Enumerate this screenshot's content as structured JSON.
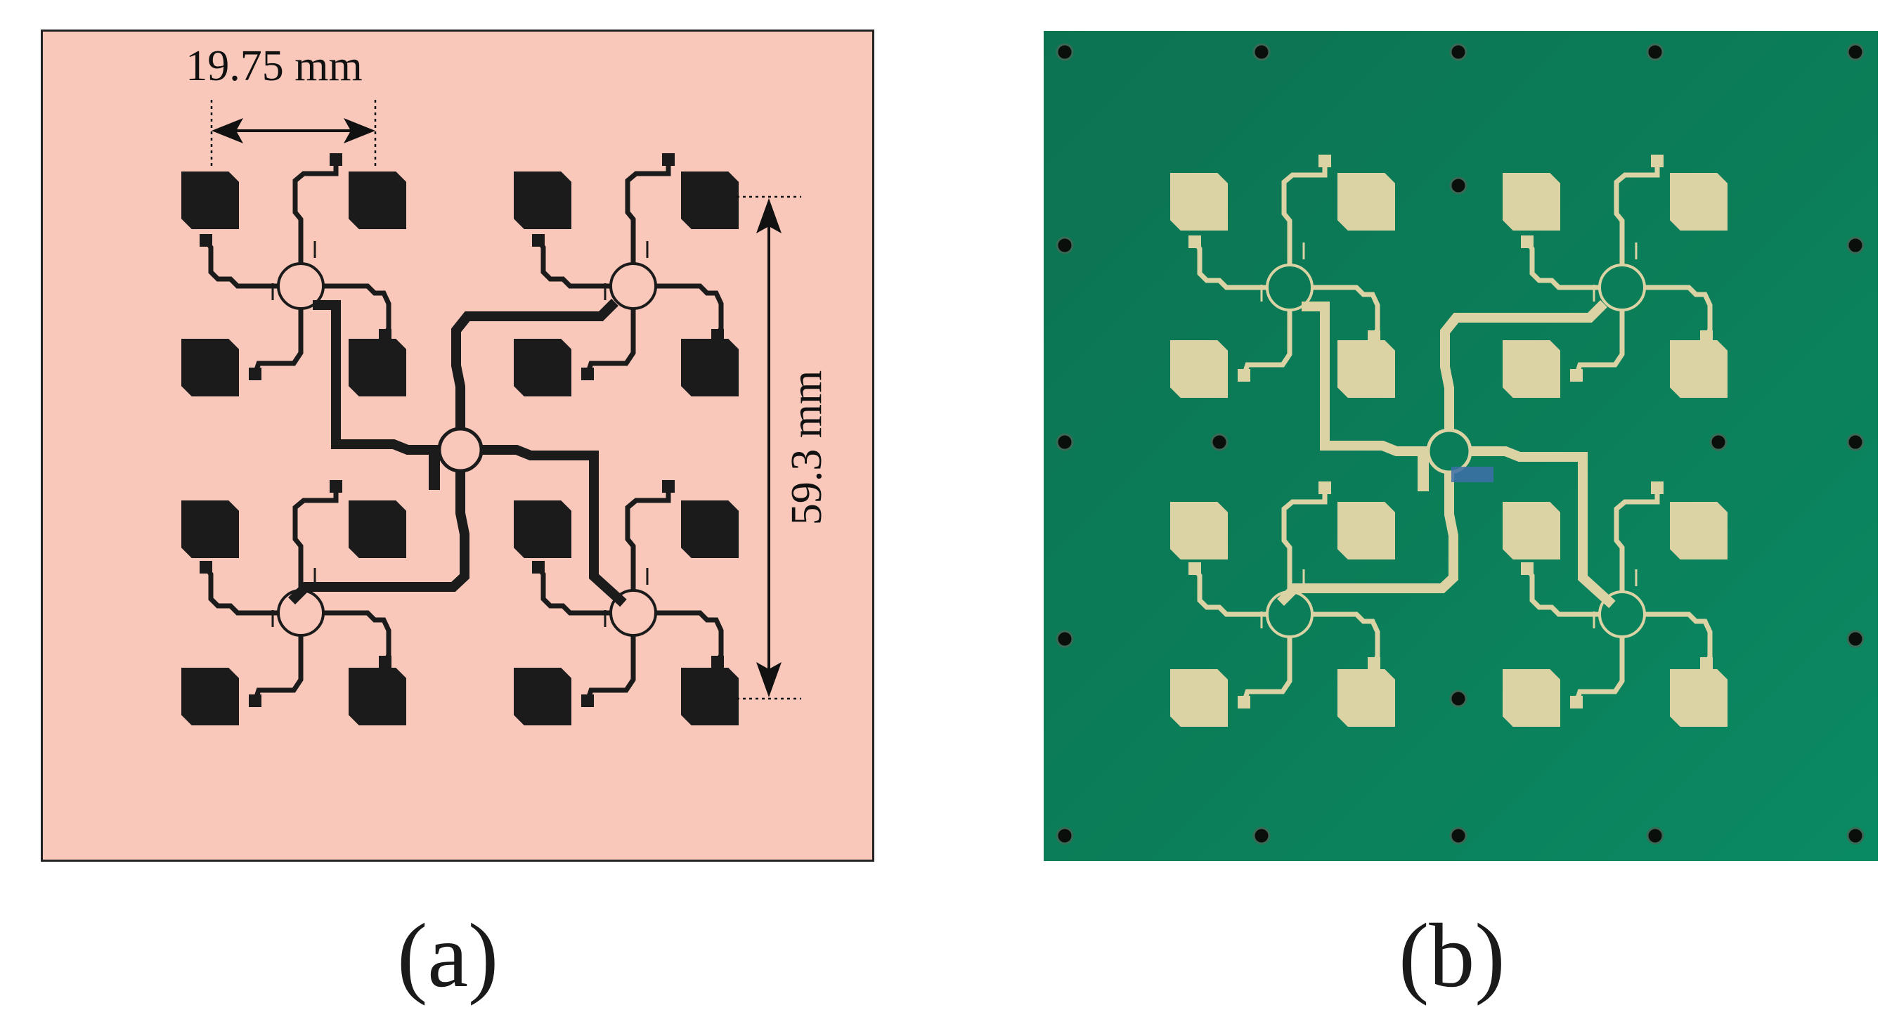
{
  "panel_a": {
    "caption": "(a)",
    "dimension_top": "19.75 mm",
    "dimension_right": "59.3 mm",
    "colors": {
      "background": "#f9c8bb",
      "trace": "#1b1b1b",
      "border": "#222222"
    }
  },
  "panel_b": {
    "caption": "(b)",
    "colors": {
      "board": "#0b7a55",
      "copper": "#dcd3a4",
      "hole": "#0a0f0c"
    }
  }
}
